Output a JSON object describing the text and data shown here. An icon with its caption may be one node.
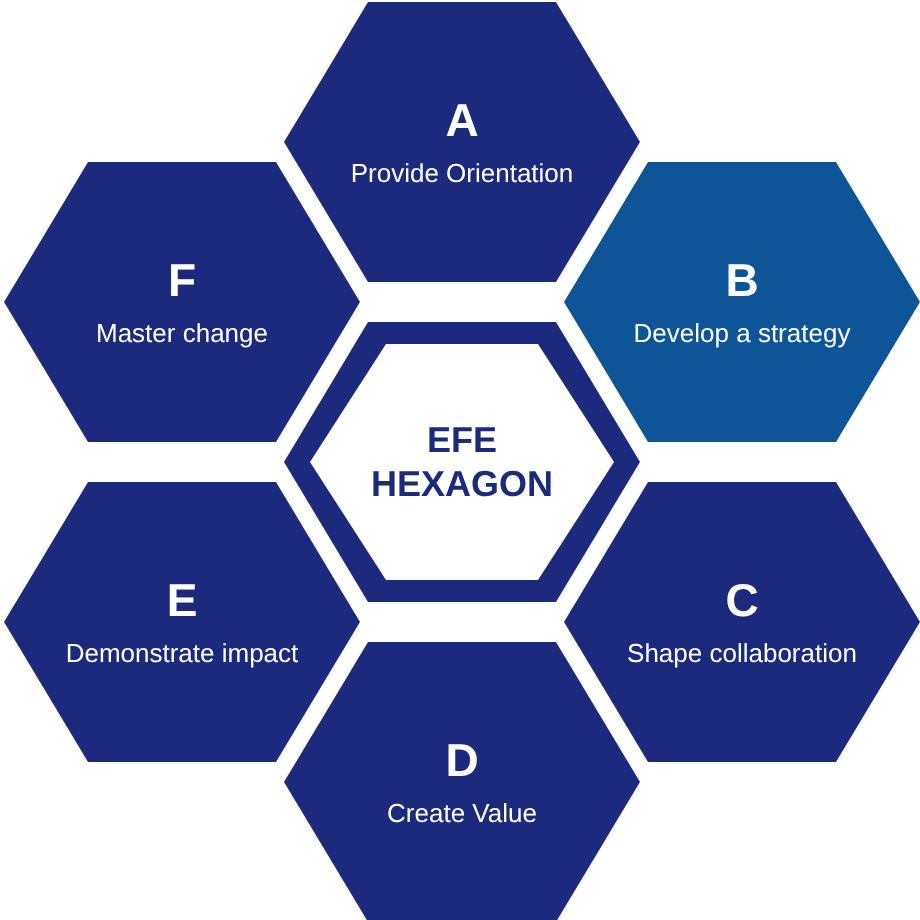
{
  "diagram": {
    "nodes": [
      {
        "text": [
          "A",
          "Provide Orientation"
        ]
      },
      {
        "text": [
          "F",
          "Master change"
        ]
      },
      {
        "text": [
          "B",
          "Develop a strategy"
        ]
      },
      {
        "text": [
          "EFE HEXAGON"
        ]
      },
      {
        "text": [
          "E",
          "Demonstrate impact"
        ]
      },
      {
        "text": [
          "C",
          "Shape collaboration"
        ]
      },
      {
        "text": [
          "D",
          "Create Value"
        ]
      }
    ]
  }
}
